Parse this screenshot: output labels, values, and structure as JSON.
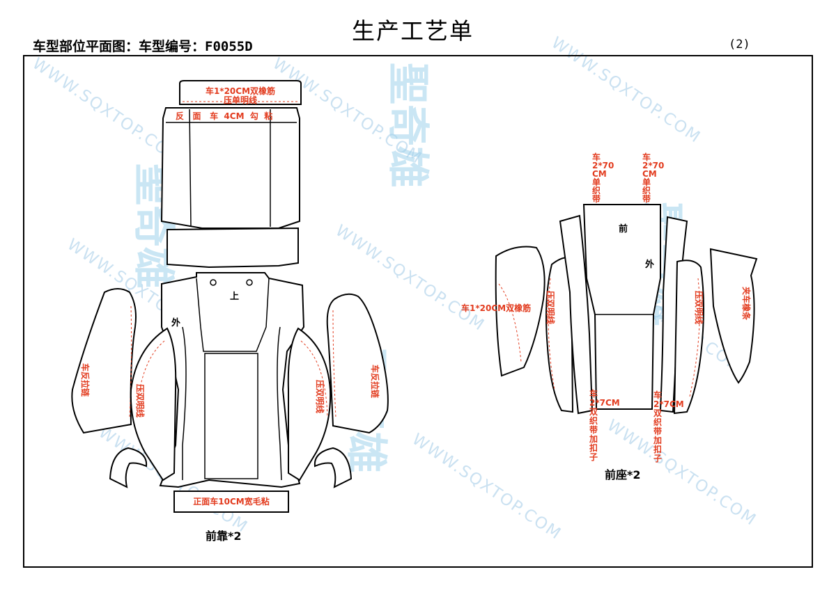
{
  "title": "生产工艺单",
  "header": {
    "left": "车型部位平面图：车型编号：F0055D",
    "page": "(2)"
  },
  "watermark": {
    "url": "WWW.SQXTOP.COM",
    "logo": "聖奇雄"
  },
  "front_back": {
    "caption": "前靠*2",
    "labels": {
      "top_band": "车1*20CM双橡筋",
      "top_band2": "压单明线",
      "panel_top": "反   面   车  4CM  勾  粘",
      "shang": "上",
      "wai": "外",
      "left_side": "车反拉链",
      "left_press": "压双明线",
      "right_press": "压双明线",
      "right_side": "车反拉链",
      "bottom": "正面车10CM宽毛粘"
    }
  },
  "front_seat": {
    "caption": "前座*2",
    "labels": {
      "top_left": "车2*70CM单织带",
      "top_right": "车2*70CM单织带",
      "qian": "前",
      "wai": "外",
      "left_elastic": "车1*20CM双橡筋",
      "left_press": "压双明线",
      "right_press": "压双明线",
      "right_side": "夹车橡条",
      "bottom_left": "车2*7CM双织带加扣子",
      "bottom_right": "车2*7CM双织带加扣子"
    }
  }
}
